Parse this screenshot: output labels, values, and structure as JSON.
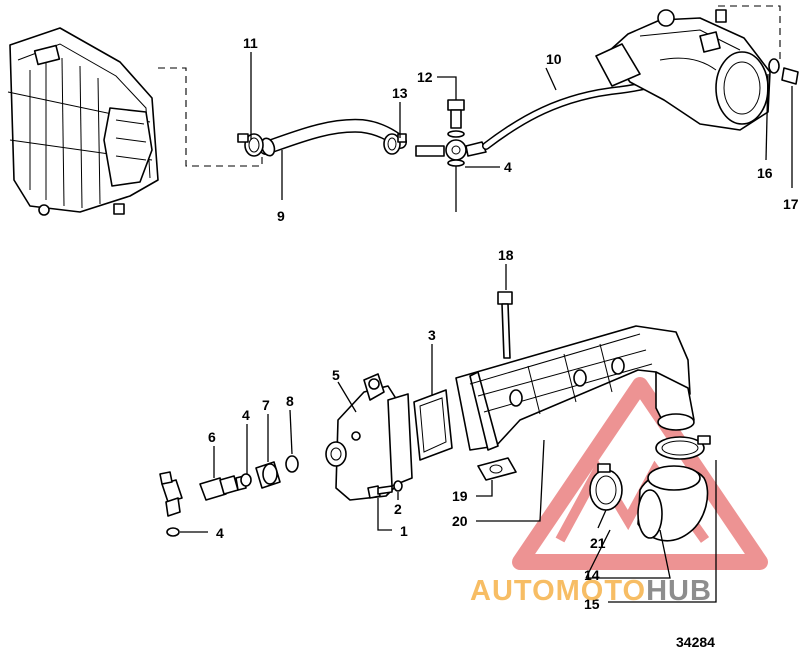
{
  "diagram": {
    "callouts": [
      "1",
      "2",
      "3",
      "4",
      "5",
      "6",
      "7",
      "8",
      "9",
      "10",
      "11",
      "12",
      "13",
      "4",
      "16",
      "17",
      "18",
      "19",
      "20",
      "21",
      "14",
      "15",
      "4"
    ],
    "figure_number": "34284"
  },
  "watermark": {
    "word_part1": "AUTO",
    "word_part2": "MOTO",
    "word_part3": "HUB",
    "colors": {
      "orange": "#f6b24a",
      "red": "#e03b3b",
      "gray": "#7a7a7a"
    }
  }
}
